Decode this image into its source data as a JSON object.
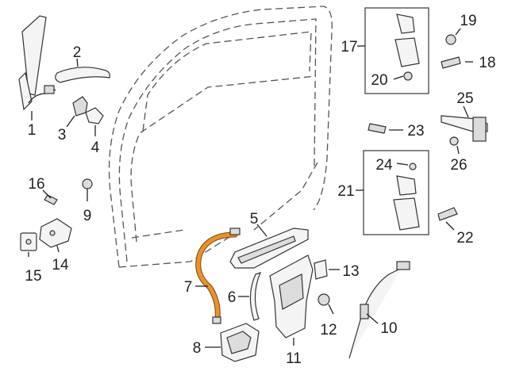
{
  "diagram": {
    "highlighted_part": "7",
    "highlight_color": "#e8922a",
    "callouts": [
      "1",
      "2",
      "3",
      "4",
      "5",
      "6",
      "7",
      "8",
      "9",
      "10",
      "11",
      "12",
      "13",
      "14",
      "15",
      "16",
      "17",
      "18",
      "19",
      "20",
      "21",
      "22",
      "23",
      "24",
      "25",
      "26"
    ]
  }
}
